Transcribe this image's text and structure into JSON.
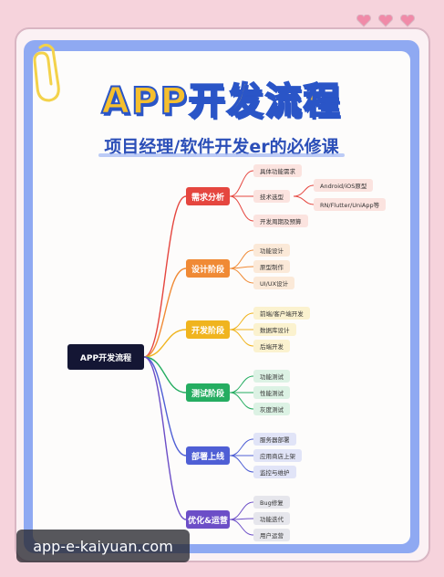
{
  "title": "APP开发流程",
  "subtitle": "项目经理/软件开发er的必修课",
  "root": "APP开发流程",
  "stages": [
    {
      "label": "需求分析",
      "color": "#e5463f",
      "leafColor": "#fbe3df",
      "items": [
        "具体功能需求",
        "技术选型",
        "开发周期及预算"
      ]
    },
    {
      "label": "设计阶段",
      "color": "#f08a35",
      "leafColor": "#fbe9d8",
      "items": [
        "功能设计",
        "原型制作",
        "UI/UX设计"
      ]
    },
    {
      "label": "开发阶段",
      "color": "#f0b41e",
      "leafColor": "#fbf2cf",
      "items": [
        "前端/客户端开发",
        "数据库设计",
        "后端开发"
      ]
    },
    {
      "label": "测试阶段",
      "color": "#25ad61",
      "leafColor": "#dcf2e4",
      "items": [
        "功能测试",
        "性能测试",
        "灰度测试"
      ]
    },
    {
      "label": "部署上线",
      "color": "#4f5fd5",
      "leafColor": "#e1e4f7",
      "items": [
        "服务器部署",
        "应用商店上架",
        "监控与维护"
      ]
    },
    {
      "label": "优化&运营",
      "color": "#6c4ec7",
      "leafColor": "#e6e6ec",
      "items": [
        "Bug修复",
        "功能迭代",
        "用户运营"
      ]
    }
  ],
  "subItems": [
    "Android/iOS原型",
    "RN/Flutter/UniApp等"
  ],
  "watermark": "app-e-kaiyuan.com",
  "colors": {
    "background": "#f6d3dc",
    "frame": "#8fa9f2",
    "titleFill": "#f5bf2e",
    "titleStroke": "#2a55c7",
    "subtitle": "#2c4fb8"
  }
}
